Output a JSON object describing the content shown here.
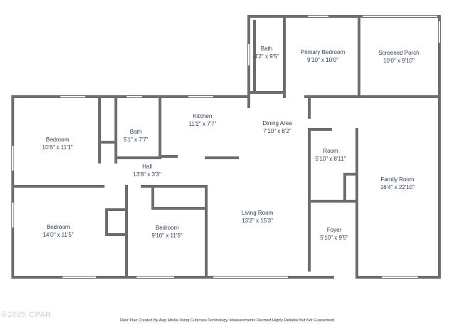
{
  "rooms": {
    "bath_top": {
      "name": "Bath",
      "dims": "4'2\" x 9'5\""
    },
    "primary_bedroom": {
      "name": "Primary Bedroom",
      "dims": "9'10\" x 10'0\""
    },
    "screened_porch": {
      "name": "Screened Porch",
      "dims": "10'0\" x 9'10\""
    },
    "bedroom_nw": {
      "name": "Bedroom",
      "dims": "10'6\" x 11'1\""
    },
    "bath_mid": {
      "name": "Bath",
      "dims": "5'1\" x 7'7\""
    },
    "kitchen": {
      "name": "Kitchen",
      "dims": "11'2\" x 7'7\""
    },
    "dining_area": {
      "name": "Dining Area",
      "dims": "7'10\" x 8'2\""
    },
    "room": {
      "name": "Room",
      "dims": "5'10\" x 8'11\""
    },
    "hall": {
      "name": "Hall",
      "dims": "13'8\" x 3'3\""
    },
    "family_room": {
      "name": "Family Room",
      "dims": "16'4\" x 22'10\""
    },
    "bedroom_sw": {
      "name": "Bedroom",
      "dims": "14'0\" x 11'5\""
    },
    "bedroom_s": {
      "name": "Bedroom",
      "dims": "9'10\" x 11'5\""
    },
    "living_room": {
      "name": "Living Room",
      "dims": "13'2\" x 15'3\""
    },
    "foyer": {
      "name": "Foyer",
      "dims": "5'10\" x 9'5\""
    }
  },
  "footer": "Floor Plan Created By Awp Media Using Cubicasa Technology. Measurements Deemed Highly Reliable But Not Guaranteed.",
  "watermark": "©2025 CPAR",
  "colors": {
    "wall": "#6e6e6e",
    "window": "#ffffff",
    "text": "#2b3b52"
  }
}
